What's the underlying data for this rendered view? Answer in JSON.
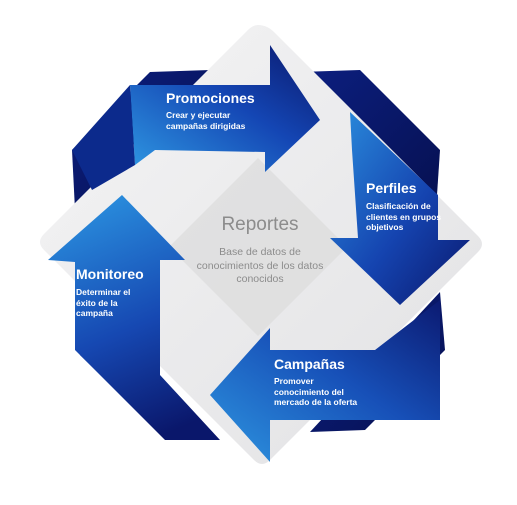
{
  "center": {
    "title": "Reportes",
    "description": "Base de datos de conocimientos de los datos conocidos"
  },
  "stages": [
    {
      "title": "Promociones",
      "description": "Crear y ejecutar campañas dirigidas"
    },
    {
      "title": "Perfiles",
      "description": "Clasificación de clientes en grupos objetivos"
    },
    {
      "title": "Campañas",
      "description": "Promover conocimiento del mercado de la oferta"
    },
    {
      "title": "Monitoreo",
      "description": "Determinar el éxito de la campaña"
    }
  ],
  "colors": {
    "arrow_light": "#2a8fde",
    "arrow_dark": "#0b1a6e",
    "panel": "#e9e9eb",
    "center_diamond": "#dcdcdc",
    "center_text": "#8c8c8c",
    "label_text": "#ffffff"
  }
}
